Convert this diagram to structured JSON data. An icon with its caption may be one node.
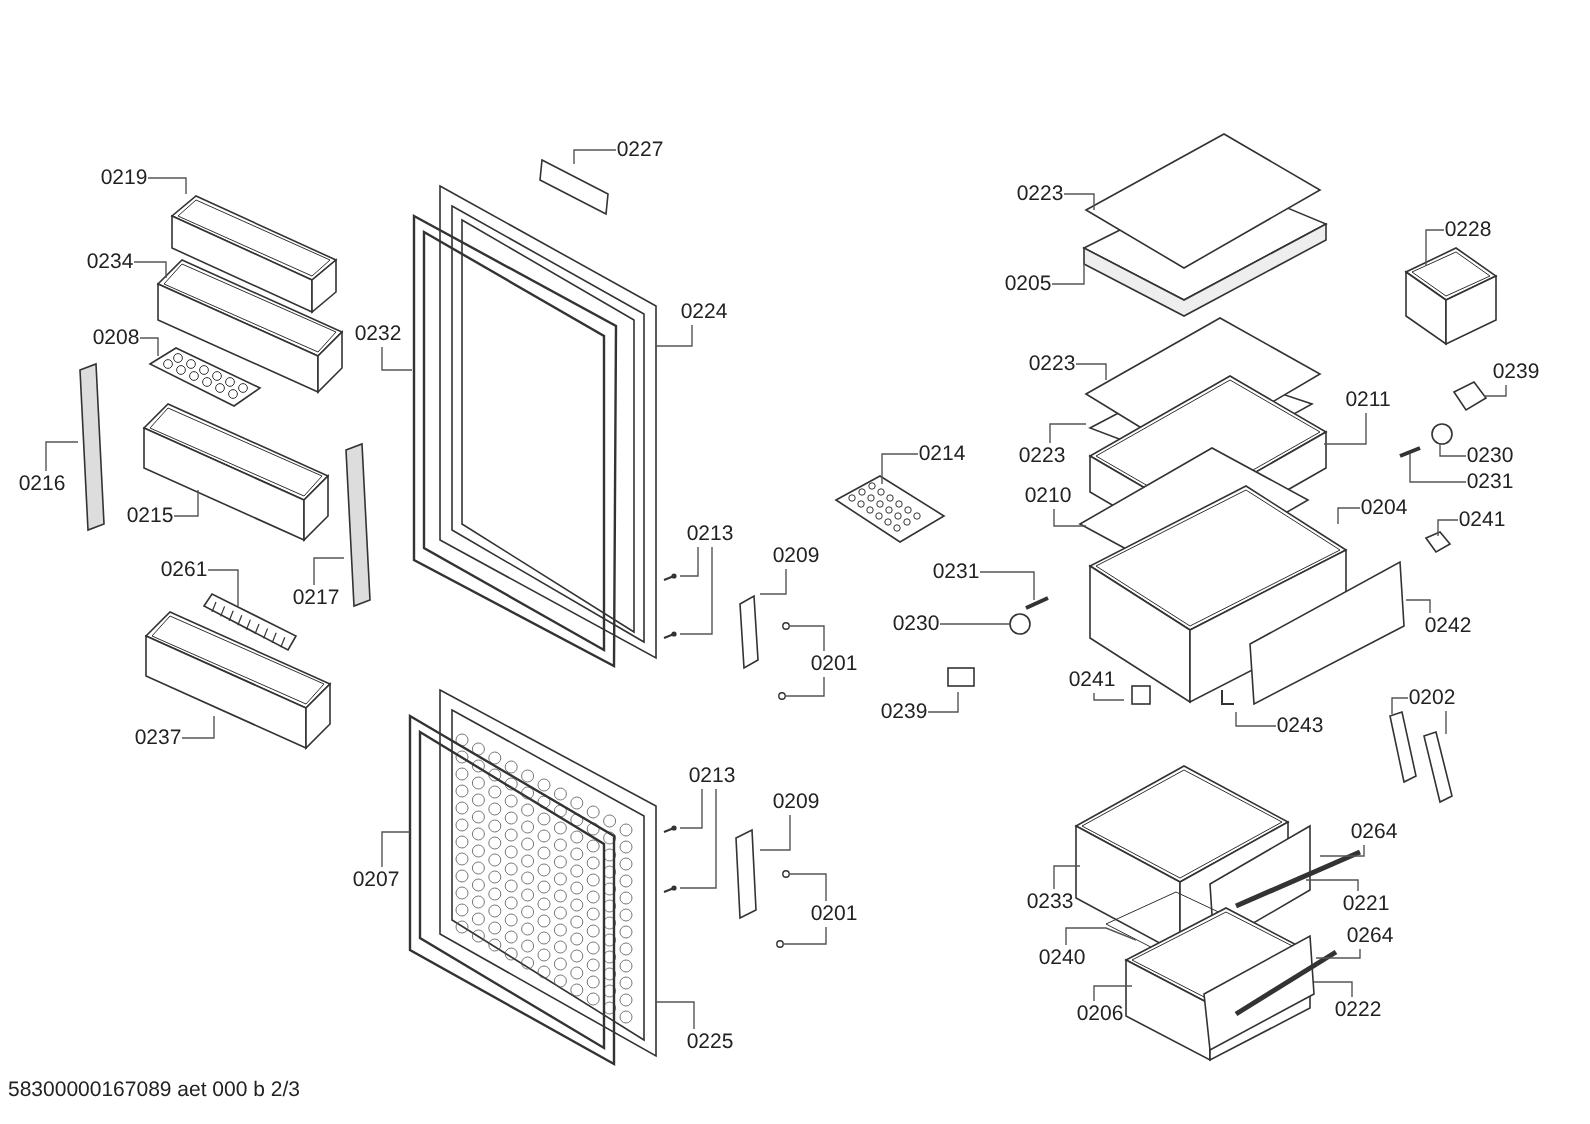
{
  "diagram": {
    "nodes": [
      {
        "text": [
          "0219"
        ]
      },
      {
        "text": [
          "0234"
        ]
      },
      {
        "text": [
          "0208"
        ]
      },
      {
        "text": [
          "0216"
        ]
      },
      {
        "text": [
          "0215"
        ]
      },
      {
        "text": [
          "0261"
        ]
      },
      {
        "text": [
          "0237"
        ]
      },
      {
        "text": [
          "0217"
        ]
      },
      {
        "text": [
          "0227"
        ]
      },
      {
        "text": [
          "0232"
        ]
      },
      {
        "text": [
          "0224"
        ]
      },
      {
        "text": [
          "0213"
        ]
      },
      {
        "text": [
          "0209"
        ]
      },
      {
        "text": [
          "0201"
        ]
      },
      {
        "text": [
          "0207"
        ]
      },
      {
        "text": [
          "0225"
        ]
      },
      {
        "text": [
          "0213"
        ]
      },
      {
        "text": [
          "0209"
        ]
      },
      {
        "text": [
          "0201"
        ]
      },
      {
        "text": [
          "0223"
        ]
      },
      {
        "text": [
          "0205"
        ]
      },
      {
        "text": [
          "0228"
        ]
      },
      {
        "text": [
          "0223"
        ]
      },
      {
        "text": [
          "0239"
        ]
      },
      {
        "text": [
          "0211"
        ]
      },
      {
        "text": [
          "0223"
        ]
      },
      {
        "text": [
          "0230"
        ]
      },
      {
        "text": [
          "0214"
        ]
      },
      {
        "text": [
          "0231"
        ]
      },
      {
        "text": [
          "0210"
        ]
      },
      {
        "text": [
          "0204"
        ]
      },
      {
        "text": [
          "0241"
        ]
      },
      {
        "text": [
          "0231"
        ]
      },
      {
        "text": [
          "0230"
        ]
      },
      {
        "text": [
          "0242"
        ]
      },
      {
        "text": [
          "0241"
        ]
      },
      {
        "text": [
          "0239"
        ]
      },
      {
        "text": [
          "0202"
        ]
      },
      {
        "text": [
          "0243"
        ]
      },
      {
        "text": [
          "0264"
        ]
      },
      {
        "text": [
          "0233"
        ]
      },
      {
        "text": [
          "0221"
        ]
      },
      {
        "text": [
          "0264"
        ]
      },
      {
        "text": [
          "0240"
        ]
      },
      {
        "text": [
          "0206"
        ]
      },
      {
        "text": [
          "0222"
        ]
      }
    ],
    "edges": [
      {
        "from": 0,
        "to": null,
        "arrow": "none"
      },
      {
        "from": 1,
        "to": null,
        "arrow": "none"
      },
      {
        "from": 2,
        "to": null,
        "arrow": "none"
      },
      {
        "from": 3,
        "to": null,
        "arrow": "none"
      },
      {
        "from": 4,
        "to": null,
        "arrow": "none"
      },
      {
        "from": 5,
        "to": null,
        "arrow": "none"
      },
      {
        "from": 6,
        "to": null,
        "arrow": "none"
      },
      {
        "from": 7,
        "to": null,
        "arrow": "none"
      },
      {
        "from": 8,
        "to": null,
        "arrow": "none"
      },
      {
        "from": 9,
        "to": null,
        "arrow": "none"
      },
      {
        "from": 10,
        "to": null,
        "arrow": "none"
      },
      {
        "from": 11,
        "to": null,
        "arrow": "none"
      },
      {
        "from": 11,
        "to": null,
        "arrow": "none"
      },
      {
        "from": 12,
        "to": null,
        "arrow": "none"
      },
      {
        "from": 13,
        "to": null,
        "arrow": "none"
      },
      {
        "from": 13,
        "to": null,
        "arrow": "none"
      },
      {
        "from": 14,
        "to": null,
        "arrow": "none"
      },
      {
        "from": 15,
        "to": null,
        "arrow": "none"
      },
      {
        "from": 16,
        "to": null,
        "arrow": "none"
      },
      {
        "from": 16,
        "to": null,
        "arrow": "none"
      },
      {
        "from": 17,
        "to": null,
        "arrow": "none"
      },
      {
        "from": 18,
        "to": null,
        "arrow": "none"
      },
      {
        "from": 18,
        "to": null,
        "arrow": "none"
      },
      {
        "from": 19,
        "to": null,
        "arrow": "none"
      },
      {
        "from": 20,
        "to": null,
        "arrow": "none"
      },
      {
        "from": 21,
        "to": null,
        "arrow": "none"
      },
      {
        "from": 22,
        "to": null,
        "arrow": "none"
      },
      {
        "from": 23,
        "to": null,
        "arrow": "none"
      },
      {
        "from": 24,
        "to": null,
        "arrow": "none"
      },
      {
        "from": 25,
        "to": null,
        "arrow": "none"
      },
      {
        "from": 26,
        "to": null,
        "arrow": "none"
      },
      {
        "from": 27,
        "to": null,
        "arrow": "none"
      },
      {
        "from": 28,
        "to": null,
        "arrow": "none"
      },
      {
        "from": 29,
        "to": null,
        "arrow": "none"
      },
      {
        "from": 30,
        "to": null,
        "arrow": "none"
      },
      {
        "from": 31,
        "to": null,
        "arrow": "none"
      },
      {
        "from": 32,
        "to": null,
        "arrow": "none"
      },
      {
        "from": 33,
        "to": null,
        "arrow": "none"
      },
      {
        "from": 34,
        "to": null,
        "arrow": "none"
      },
      {
        "from": 35,
        "to": null,
        "arrow": "none"
      },
      {
        "from": 36,
        "to": null,
        "arrow": "none"
      },
      {
        "from": 37,
        "to": null,
        "arrow": "none"
      },
      {
        "from": 37,
        "to": null,
        "arrow": "none"
      },
      {
        "from": 38,
        "to": null,
        "arrow": "none"
      },
      {
        "from": 39,
        "to": null,
        "arrow": "none"
      },
      {
        "from": 40,
        "to": null,
        "arrow": "none"
      },
      {
        "from": 41,
        "to": null,
        "arrow": "none"
      },
      {
        "from": 42,
        "to": null,
        "arrow": "none"
      },
      {
        "from": 43,
        "to": null,
        "arrow": "none"
      },
      {
        "from": 44,
        "to": null,
        "arrow": "none"
      },
      {
        "from": 45,
        "to": null,
        "arrow": "none"
      }
    ],
    "labels": [
      "58300000167089 aet 000 b 2/3"
    ]
  }
}
